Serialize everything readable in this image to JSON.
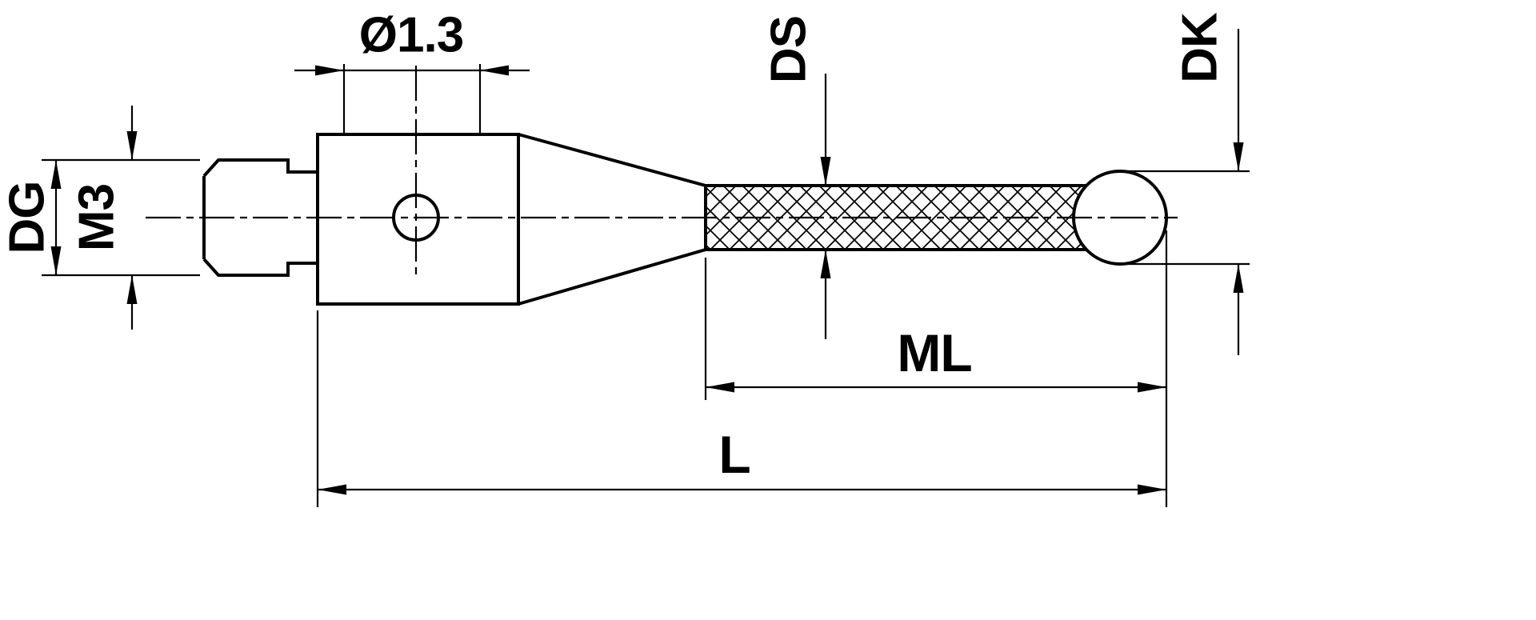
{
  "drawing": {
    "background_color": "#ffffff",
    "line_color": "#000000",
    "labels": {
      "hole_diameter": "Ø1.3",
      "shank_diameter": "DG",
      "thread": "M3",
      "stem_diameter": "DS",
      "ball_diameter": "DK",
      "measuring_length": "ML",
      "overall_length": "L"
    }
  }
}
